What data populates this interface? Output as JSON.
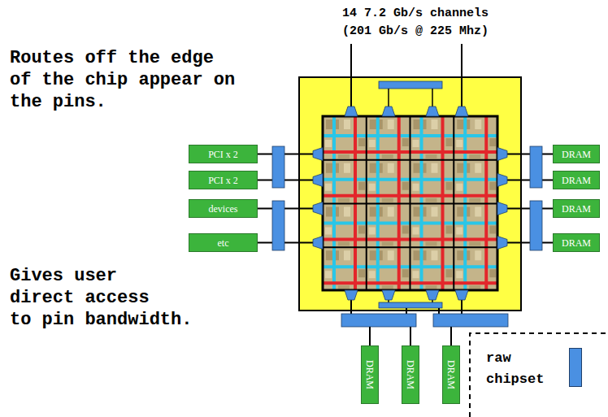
{
  "diagram": {
    "nodes": [
      {
        "text": [
          "PCI x 2"
        ]
      },
      {
        "text": [
          "PCI x 2"
        ]
      },
      {
        "text": [
          "devices"
        ]
      },
      {
        "text": [
          "etc"
        ]
      },
      {
        "text": [
          "DRAM"
        ]
      },
      {
        "text": [
          "DRAM"
        ]
      },
      {
        "text": [
          "DRAM"
        ]
      },
      {
        "text": [
          "DRAM"
        ]
      },
      {
        "text": [
          "DRAM"
        ]
      },
      {
        "text": [
          "DRAM"
        ]
      },
      {
        "text": [
          "DRAM"
        ]
      }
    ],
    "labels": [
      "14 7.2 Gb/s channels (201 Gb/s @ 225 Mhz)",
      "Routes off the edge of the chip appear on the pins.",
      "Gives user direct access to pin bandwidth."
    ],
    "legend": [
      {
        "text": "raw chipset",
        "color": "#4a90e2"
      }
    ]
  }
}
